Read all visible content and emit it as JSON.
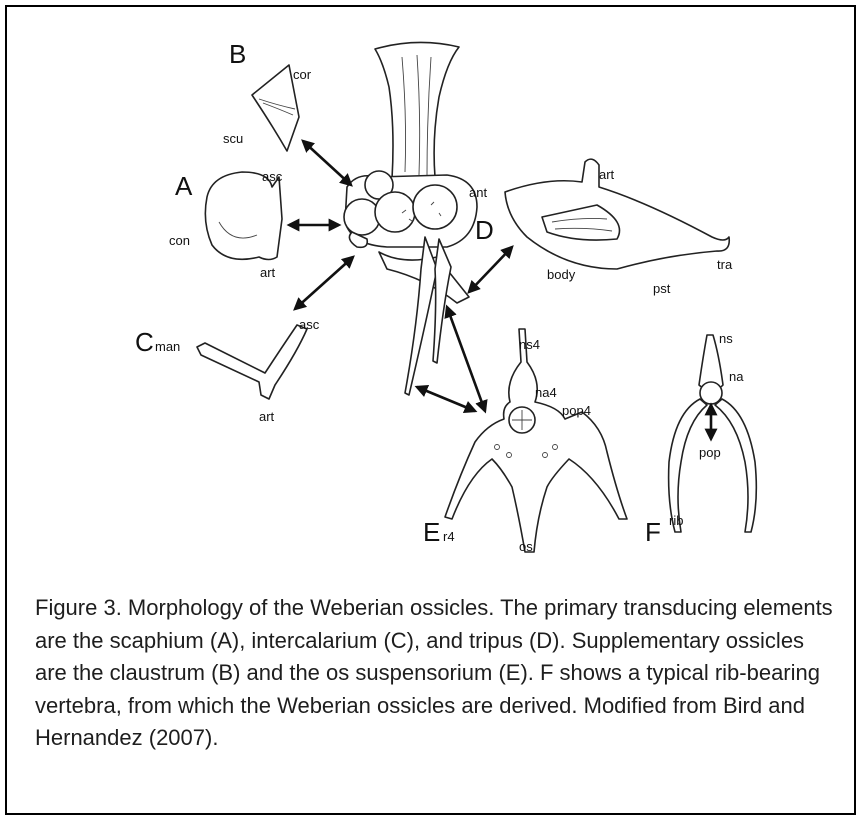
{
  "figure": {
    "labels": {
      "A": "A",
      "B": "B",
      "C": "C",
      "D": "D",
      "E": "E",
      "F": "F",
      "cor": "cor",
      "scu": "scu",
      "asc_a": "asc",
      "con": "con",
      "art_a": "art",
      "man": "man",
      "asc_c": "asc",
      "art_c": "art",
      "ant": "ant",
      "art_d": "art",
      "body": "body",
      "pst": "pst",
      "tra": "tra",
      "ns4": "ns4",
      "na4": "na4",
      "pop4": "pop4",
      "r4": "r4",
      "os": "os",
      "ns": "ns",
      "na": "na",
      "pop": "pop",
      "rib": "rib"
    }
  },
  "caption": {
    "text": "Figure 3. Morphology of the Weberian ossicles. The primary transducing elements are the scaphium (A), intercalarium (C), and tripus (D). Supplementary ossicles are the claustrum (B) and the os suspensorium (E). F shows a typical rib-bearing vertebra, from which the Weberian ossicles are derived. Modified from Bird and Hernandez (2007)."
  }
}
